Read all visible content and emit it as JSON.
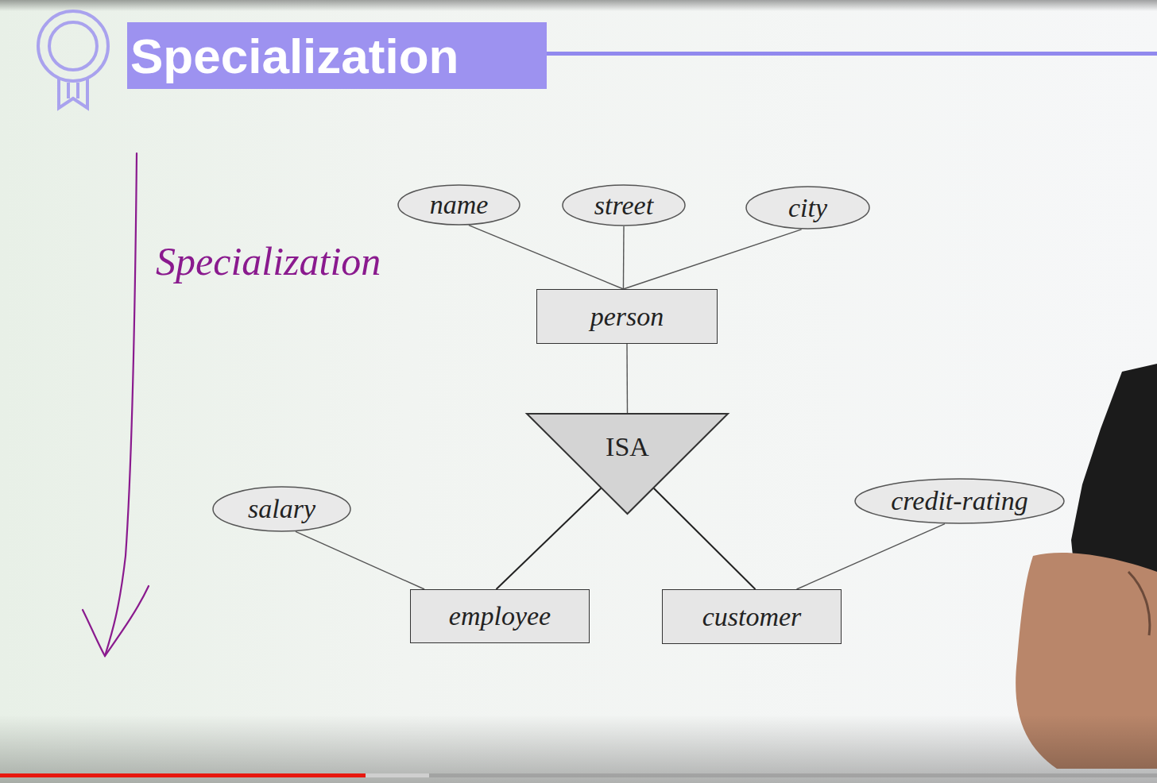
{
  "diagram": {
    "title": "Specialization",
    "nodes": [
      {
        "text": [
          "name"
        ]
      },
      {
        "text": [
          "street"
        ]
      },
      {
        "text": [
          "city"
        ]
      },
      {
        "text": [
          "person"
        ]
      },
      {
        "text": [
          "ISA"
        ]
      },
      {
        "text": [
          "salary"
        ]
      },
      {
        "text": [
          "credit-rating"
        ]
      },
      {
        "text": [
          "employee"
        ]
      },
      {
        "text": [
          "customer"
        ]
      }
    ],
    "edges": [
      {
        "from": 0,
        "to": 3,
        "arrow": "none"
      },
      {
        "from": 1,
        "to": 3,
        "arrow": "none"
      },
      {
        "from": 2,
        "to": 3,
        "arrow": "none"
      },
      {
        "from": 3,
        "to": 4,
        "arrow": "none"
      },
      {
        "from": 4,
        "to": 7,
        "arrow": "none"
      },
      {
        "from": 4,
        "to": 8,
        "arrow": "none"
      },
      {
        "from": 5,
        "to": 7,
        "arrow": "none"
      },
      {
        "from": 6,
        "to": 8,
        "arrow": "none"
      }
    ],
    "labels": [
      "Specialization"
    ]
  }
}
